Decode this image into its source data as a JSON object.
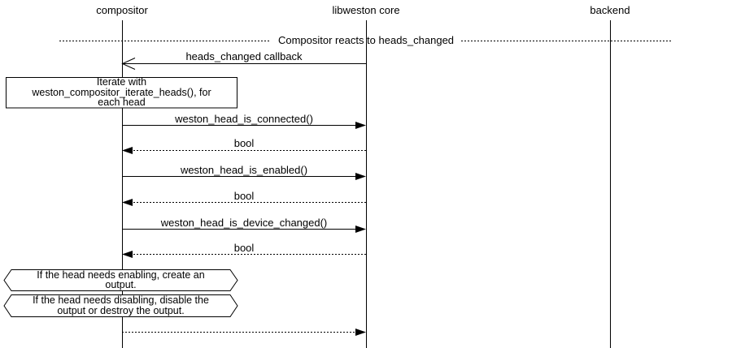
{
  "participants": [
    {
      "label": "compositor"
    },
    {
      "label": "libweston core"
    },
    {
      "label": "backend"
    }
  ],
  "divider": {
    "label": "Compositor reacts to heads_changed"
  },
  "messages": [
    {
      "label": "heads_changed callback",
      "from": "libweston core",
      "to": "compositor",
      "line": "solid",
      "arrowhead": "open"
    },
    {
      "label": "weston_head_is_connected()",
      "from": "compositor",
      "to": "libweston core",
      "line": "solid",
      "arrowhead": "filled"
    },
    {
      "label": "bool",
      "from": "libweston core",
      "to": "compositor",
      "line": "dotted",
      "arrowhead": "filled"
    },
    {
      "label": "weston_head_is_enabled()",
      "from": "compositor",
      "to": "libweston core",
      "line": "solid",
      "arrowhead": "filled"
    },
    {
      "label": "bool",
      "from": "libweston core",
      "to": "compositor",
      "line": "dotted",
      "arrowhead": "filled"
    },
    {
      "label": "weston_head_is_device_changed()",
      "from": "compositor",
      "to": "libweston core",
      "line": "solid",
      "arrowhead": "filled"
    },
    {
      "label": "bool",
      "from": "libweston core",
      "to": "compositor",
      "line": "dotted",
      "arrowhead": "filled"
    },
    {
      "label": "",
      "from": "compositor",
      "to": "libweston core",
      "line": "dotted",
      "arrowhead": "filled"
    }
  ],
  "notes": {
    "iterate_heads": "Iterate with\nweston_compositor_iterate_heads(), for\neach head",
    "enable_condition": "If the head needs enabling, create an\noutput.",
    "disable_condition": "If the head needs disabling, disable the\noutput or destroy the output."
  },
  "colors": {
    "line": "#000000",
    "background": "#ffffff",
    "text": "#000000"
  }
}
